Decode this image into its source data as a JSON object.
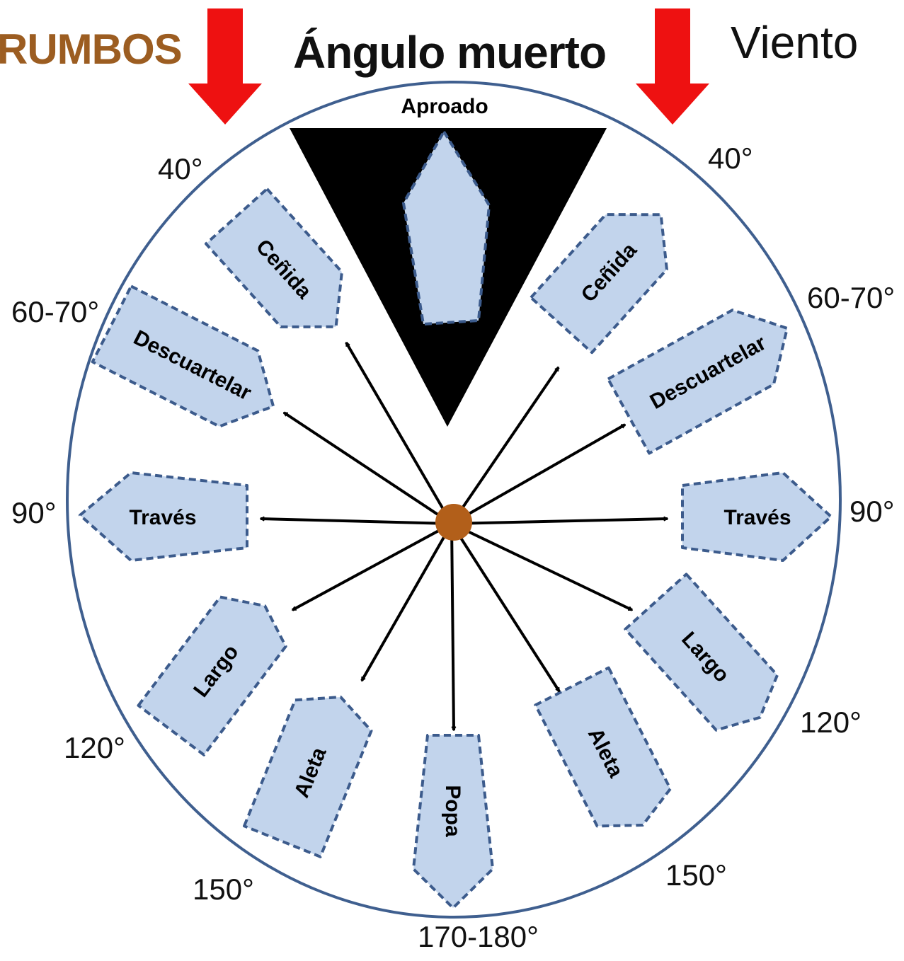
{
  "header": {
    "rumbos": "RUMBOS",
    "angulo_muerto": "Ángulo muerto",
    "viento": "Viento"
  },
  "colors": {
    "rumbos": "#9c5d21",
    "arrow_red": "#ee1111",
    "circle_stroke": "#3f5f8f",
    "boat_fill": "#c2d4ec",
    "boat_dash": "#3c5b8c",
    "center_dot": "#b25f1a",
    "dead_zone": "#000000"
  },
  "dead_zone": {
    "label": "Aproado"
  },
  "points_of_sail": {
    "cenida": "Ceñida",
    "descuartelar": "Descuartelar",
    "traves": "Través",
    "largo": "Largo",
    "aleta": "Aleta",
    "popa": "Popa"
  },
  "degrees": {
    "d40": "40°",
    "d60_70": "60-70°",
    "d90": "90°",
    "d120": "120°",
    "d150": "150°",
    "d170_180": "170-180°"
  }
}
